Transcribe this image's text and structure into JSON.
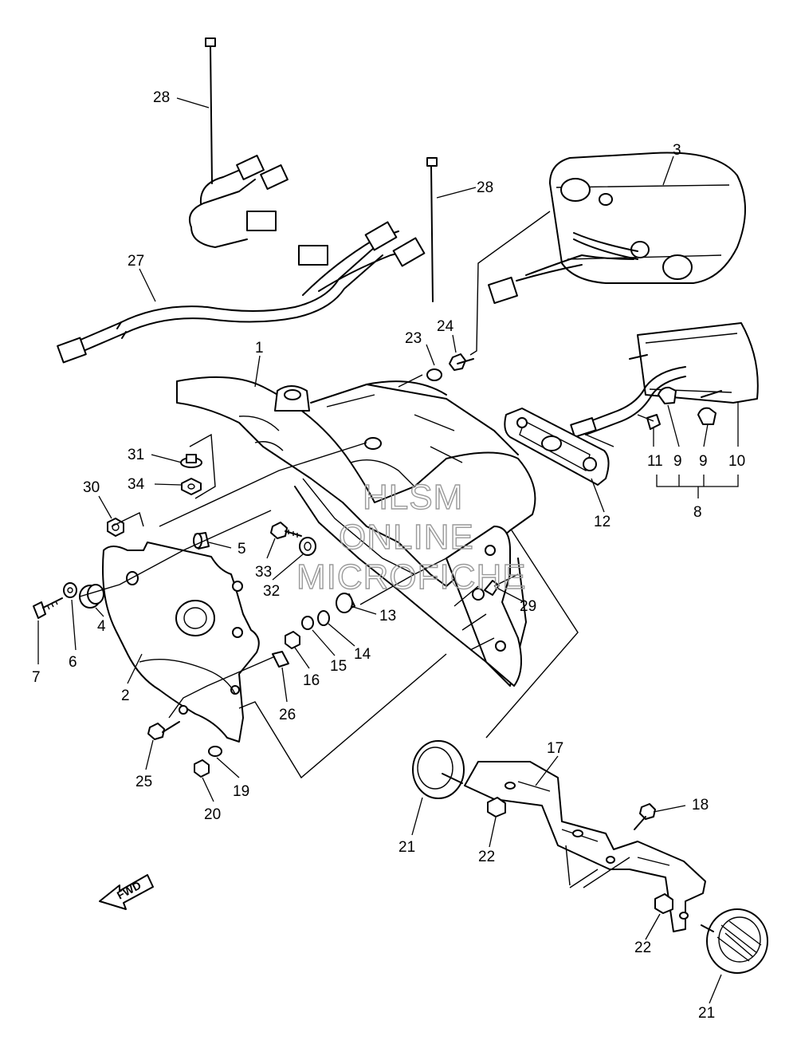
{
  "watermark": {
    "line1": "HLSM",
    "line2": "ONLINE",
    "line3": "MICROFICHE"
  },
  "fwd_label": "FWD",
  "labels": {
    "p1": "1",
    "p2": "2",
    "p3": "3",
    "p4": "4",
    "p5": "5",
    "p6": "6",
    "p7": "7",
    "p8": "8",
    "p9a": "9",
    "p9b": "9",
    "p10": "10",
    "p11": "11",
    "p12": "12",
    "p13": "13",
    "p14": "14",
    "p15": "15",
    "p16": "16",
    "p17": "17",
    "p18": "18",
    "p19": "19",
    "p20": "20",
    "p21a": "21",
    "p21b": "21",
    "p22a": "22",
    "p22b": "22",
    "p23": "23",
    "p24": "24",
    "p25": "25",
    "p26": "26",
    "p27": "27",
    "p28a": "28",
    "p28b": "28",
    "p29": "29",
    "p30": "30",
    "p31": "31",
    "p32": "32",
    "p33": "33",
    "p34": "34"
  }
}
